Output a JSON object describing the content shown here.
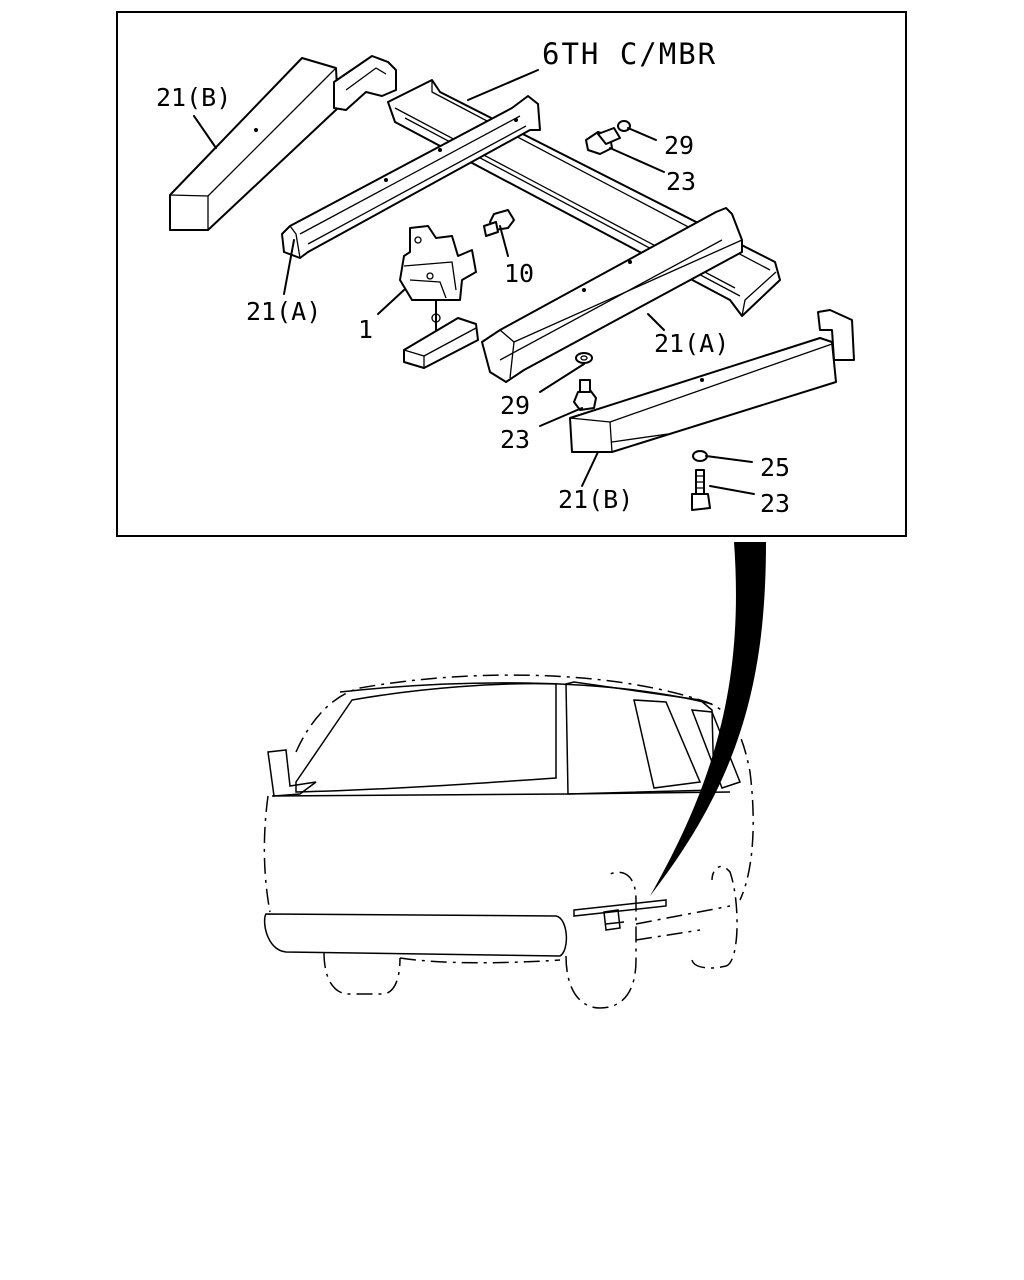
{
  "diagram": {
    "labels": {
      "crossmember": "6TH C/MBR",
      "step_b_top": "21(B)",
      "step_a_left": "21(A)",
      "bracket": "1",
      "bolt_10": "10",
      "washer_29_top": "29",
      "bolt_23_top": "23",
      "step_a_right": "21(A)",
      "washer_29_mid": "29",
      "bolt_23_mid": "23",
      "step_b_bottom": "21(B)",
      "washer_25": "25",
      "bolt_23_bottom": "23"
    }
  }
}
